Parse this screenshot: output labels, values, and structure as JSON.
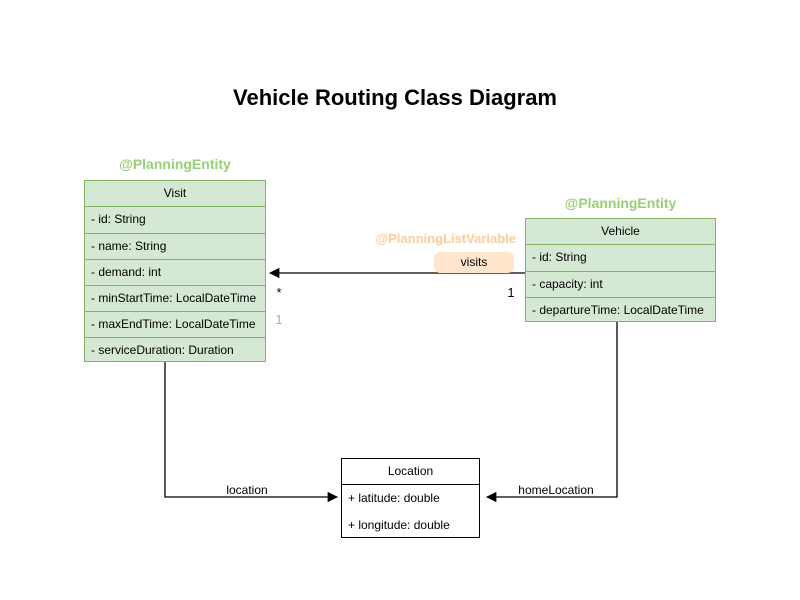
{
  "title": "Vehicle Routing Class Diagram",
  "classes": {
    "visit": {
      "annotation": "@PlanningEntity",
      "name": "Visit",
      "attributes": [
        "- id: String",
        "- name: String",
        "- demand: int",
        "- minStartTime: LocalDateTime",
        "- maxEndTime: LocalDateTime",
        "- serviceDuration: Duration"
      ]
    },
    "vehicle": {
      "annotation": "@PlanningEntity",
      "name": "Vehicle",
      "attributes": [
        "- id: String",
        "- capacity: int",
        "- departureTime: LocalDateTime"
      ]
    },
    "location": {
      "name": "Location",
      "attributes": [
        "+ latitude: double",
        "+ longitude: double"
      ]
    }
  },
  "edges": {
    "visits": {
      "annotation": "@PlanningListVariable",
      "label": "visits",
      "multiplicity_visit_side": "*",
      "multiplicity_vehicle_side": "1",
      "multiplicity_secondary": "1"
    },
    "location": {
      "label": "location"
    },
    "home_location": {
      "label": "homeLocation"
    }
  },
  "colors": {
    "entity_fill": "#d5e8d4",
    "entity_border": "#82b366",
    "entity_annotation_text": "#97d077",
    "list_variable_annotation_text": "#ffcc99",
    "visits_label_bg": "#ffe6cc",
    "plain_class_border": "#000000",
    "secondary_multiplicity_text": "#b3a2c7",
    "edge_stroke": "#000000"
  }
}
